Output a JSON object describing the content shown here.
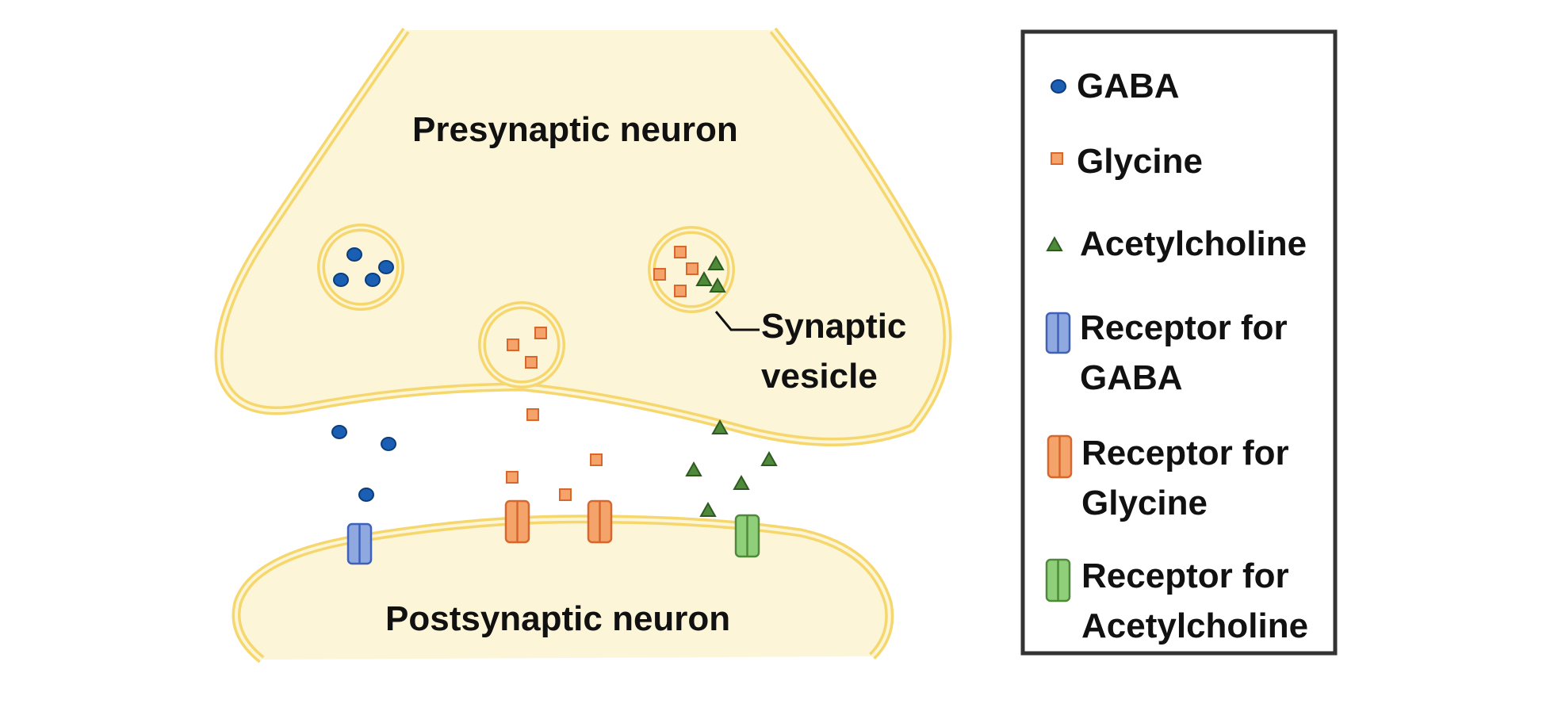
{
  "labels": {
    "presynaptic": "Presynaptic neuron",
    "postsynaptic": "Postsynaptic neuron",
    "vesicle_line1": "Synaptic",
    "vesicle_line2": "vesicle"
  },
  "legend": {
    "gaba": "GABA",
    "glycine": "Glycine",
    "acetylcholine": "Acetylcholine",
    "receptor_gaba_1": "Receptor for",
    "receptor_gaba_2": "GABA",
    "receptor_glycine_1": "Receptor for",
    "receptor_glycine_2": "Glycine",
    "receptor_ach_1": "Receptor for",
    "receptor_ach_2": "Acetylcholine"
  },
  "colors": {
    "membrane": "#f5d76e",
    "cytoplasm": "#fdf5d8",
    "gaba": "#1a5fb4",
    "glycine": "#f4a46a",
    "acetylcholine": "#4e8a3a",
    "receptor_gaba": "#8fa8e0",
    "receptor_glycine": "#f4a46a",
    "receptor_ach": "#8fcf7a",
    "legend_border": "#333333"
  },
  "icons": {
    "gaba": "blue-circle-icon",
    "glycine": "orange-square-icon",
    "acetylcholine": "green-triangle-icon",
    "receptor": "split-capsule-icon"
  }
}
